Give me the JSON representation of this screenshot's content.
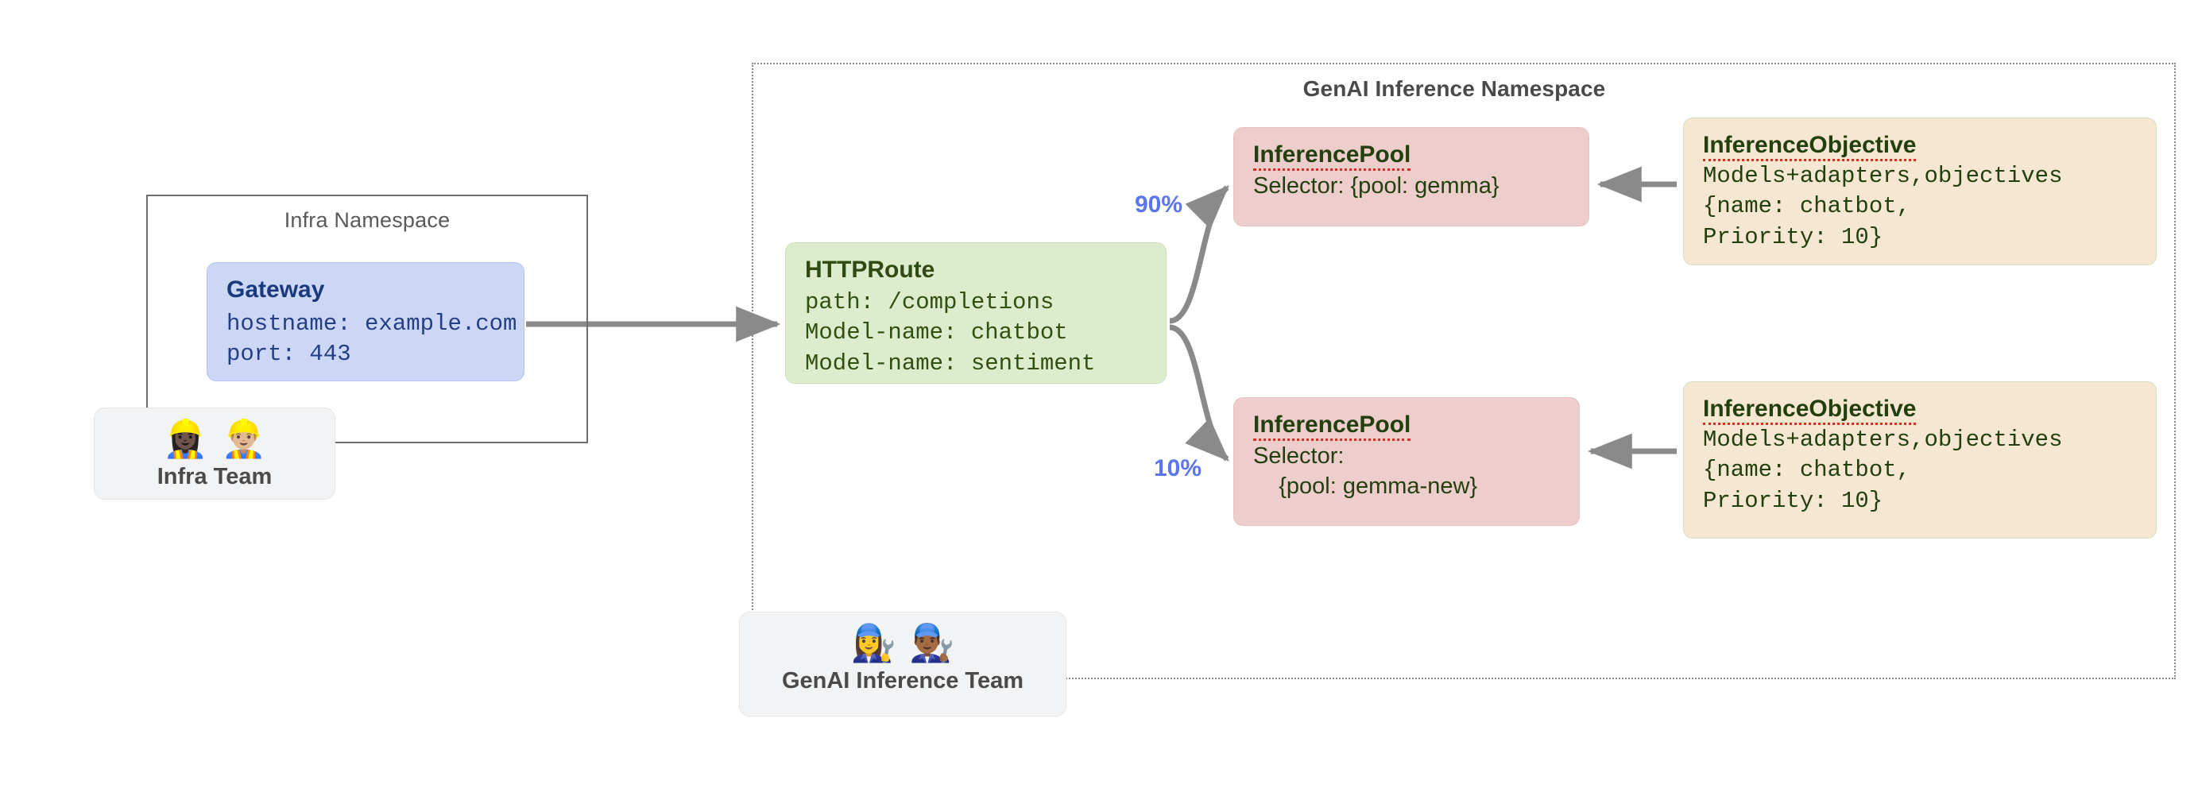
{
  "namespaces": {
    "infra": {
      "title": "Infra Namespace"
    },
    "genai": {
      "title": "GenAI Inference Namespace"
    }
  },
  "nodes": {
    "gateway": {
      "title": "Gateway",
      "line1": "hostname: example.com",
      "line2": "port: 443"
    },
    "httproute": {
      "title": "HTTPRoute",
      "line1": "path: /completions",
      "line2": "Model-name: chatbot",
      "line3": "Model-name: sentiment"
    },
    "pool_top": {
      "title": "InferencePool",
      "line1": "Selector: {pool: gemma}"
    },
    "pool_bottom": {
      "title": "InferencePool",
      "line1": "Selector:",
      "line2": "    {pool: gemma-new}"
    },
    "objective_top": {
      "title": "InferenceObjective",
      "line1": "Models+adapters,objectives",
      "line2": "{name: chatbot,",
      "line3": "Priority: 10}"
    },
    "objective_bottom": {
      "title": "InferenceObjective",
      "line1": "Models+adapters,objectives",
      "line2": "{name: chatbot,",
      "line3": "Priority: 10}"
    }
  },
  "teams": {
    "infra": {
      "label": "Infra Team",
      "emojis": "👷🏿‍♀️👷🏼‍♂️"
    },
    "genai": {
      "label": "GenAI Inference Team",
      "emojis": "👩‍🔧👨🏾‍🔧"
    }
  },
  "edges": {
    "split_top_label": "90%",
    "split_bottom_label": "10%"
  },
  "colors": {
    "gateway_fill": "#ccd7f5",
    "httproute_fill": "#dceccd",
    "pool_fill": "#eecdcd",
    "objective_fill": "#f6e7d2",
    "team_fill": "#f1f3f4",
    "arrow": "#8a8a8a",
    "percent_text": "#5b74f0"
  }
}
